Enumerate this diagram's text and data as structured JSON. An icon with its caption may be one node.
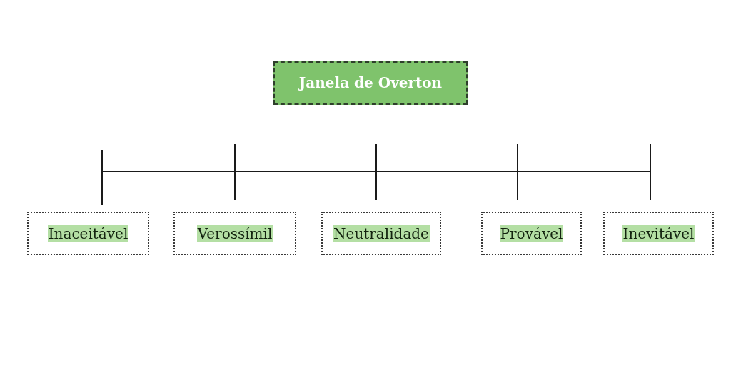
{
  "diagram": {
    "nodes": [
      {
        "text": [
          "Janela de Overton"
        ]
      },
      {
        "text": [
          "Inaceitável"
        ]
      },
      {
        "text": [
          "Verossímil"
        ]
      },
      {
        "text": [
          "Neutralidade"
        ]
      },
      {
        "text": [
          "Provável"
        ]
      },
      {
        "text": [
          "Inevitável"
        ]
      }
    ]
  }
}
